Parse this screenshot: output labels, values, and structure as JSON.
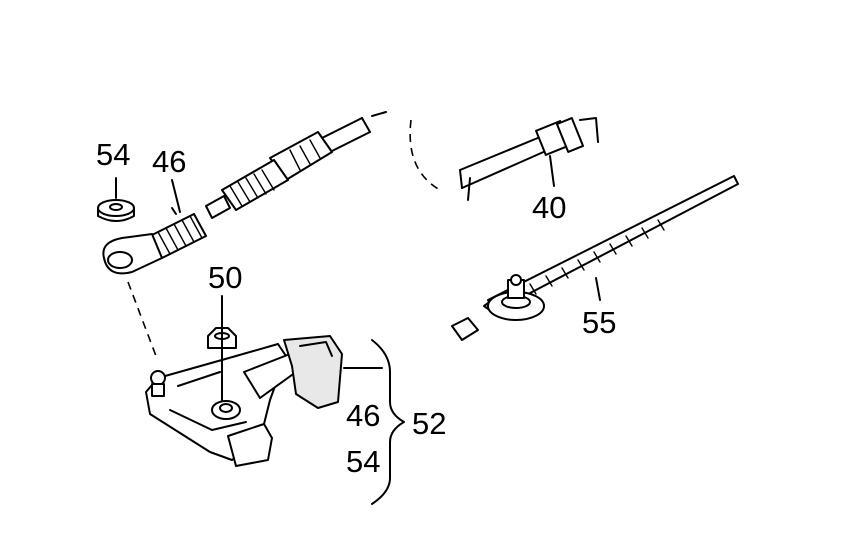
{
  "callouts": {
    "c54_top": "54",
    "c46_top": "46",
    "c50": "50",
    "c40": "40",
    "c55": "55",
    "c46_bracket": "46",
    "c52": "52",
    "c54_bracket": "54"
  }
}
